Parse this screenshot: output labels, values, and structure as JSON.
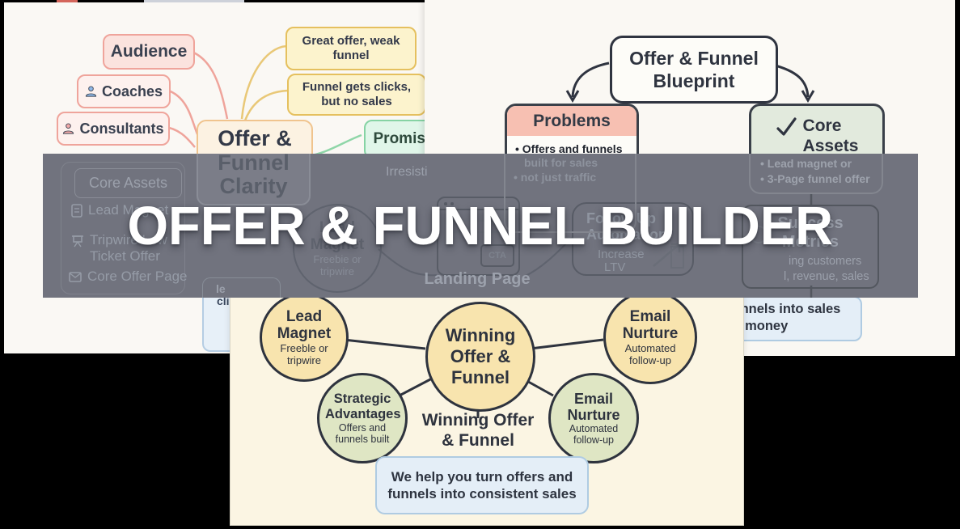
{
  "banner": {
    "title": "OFFER & FUNNEL BUILDER",
    "background": "#71737E",
    "text_color": "#FFFFFF"
  },
  "mindmap": {
    "audience_label": "Audience",
    "coaches_label": "Coaches",
    "consultants_label": "Consultants",
    "center_node": {
      "line1": "Offer &",
      "line2": "Funnel",
      "line3": "Clarity"
    },
    "pain_points": [
      "Great offer, weak funnel",
      "Funnel gets clicks, but no sales"
    ],
    "promise_label": "Promise",
    "irresistible_fragment": "Irresisti",
    "assets_panel": {
      "header": "Core Assets",
      "items": [
        "Lead Magnet",
        "Tripwire Low Ticket Offer",
        "Core Offer Page"
      ]
    },
    "lead_magnet_ghost": {
      "title": "Lead Magnet",
      "subtitle": "Freebie or tripwire"
    },
    "note_fragment": {
      "line1": "le",
      "line2": "cli"
    }
  },
  "blueprint": {
    "title": {
      "line1": "Offer & Funnel",
      "line2": "Blueprint"
    },
    "problems": {
      "title": "Problems",
      "bullet1_line1": "Offers and funnels",
      "bullet1_line2": "built for sales",
      "bullet2": "not just traffic"
    },
    "core_assets": {
      "line1": "Core",
      "line2": "Assets",
      "bullets": [
        "Lead magnet or",
        "3-Page funnel offer"
      ]
    },
    "landing_page": {
      "label": "Landing Page",
      "cta": "CTA"
    },
    "follow_up": {
      "line1": "Follow Up",
      "line2": "Automation",
      "sub1": "Increase",
      "sub2": "LTV"
    },
    "success_metrics": {
      "line1": "Success",
      "line2": "Metrics",
      "bullet1": "ing customers",
      "bullet2": "l, revenue, sales"
    },
    "sales_note": {
      "line1": "funnels into sales",
      "line2": "or money"
    }
  },
  "funnel_map": {
    "lead_magnet": {
      "title": "Lead Magnet",
      "subtitle": "Freeble or tripwire"
    },
    "winning_offer_circle": "Winning Offer & Funnel",
    "email_nurture_top": {
      "title": "Email Nurture",
      "subtitle": "Automated follow-up"
    },
    "strategic_advantages": {
      "title": "Strategic Advantages",
      "subtitle": "Offers and funnels built"
    },
    "email_nurture_bottom": {
      "title": "Email Nurture",
      "subtitle": "Automated follow-up"
    },
    "center_label": {
      "line1": "Winning Offer",
      "line2": "& Funnel"
    },
    "value_note": "We help you turn offers and funnels into consistent sales"
  },
  "colors": {
    "canvas": "#000000",
    "card_white": "#FAF8F4",
    "card_cream": "#FBF5E3",
    "pink_fill": "#FBE3DE",
    "pink_border": "#EFA49B",
    "yellow_fill": "#FCF3CD",
    "yellow_border": "#E5C05E",
    "orange_fill": "#FCF2E2",
    "orange_border": "#F0C48E",
    "green_fill": "#E0F6E9",
    "green_border": "#86D3A4",
    "sage_fill": "#E2EADD",
    "salmon_header": "#F7C0B2",
    "circle_yellow": "#F8E4AE",
    "circle_green": "#DFE6C4",
    "note_blue_fill": "#E4EEF7",
    "note_blue_border": "#AFCBE2",
    "ink": "#2F3440"
  }
}
